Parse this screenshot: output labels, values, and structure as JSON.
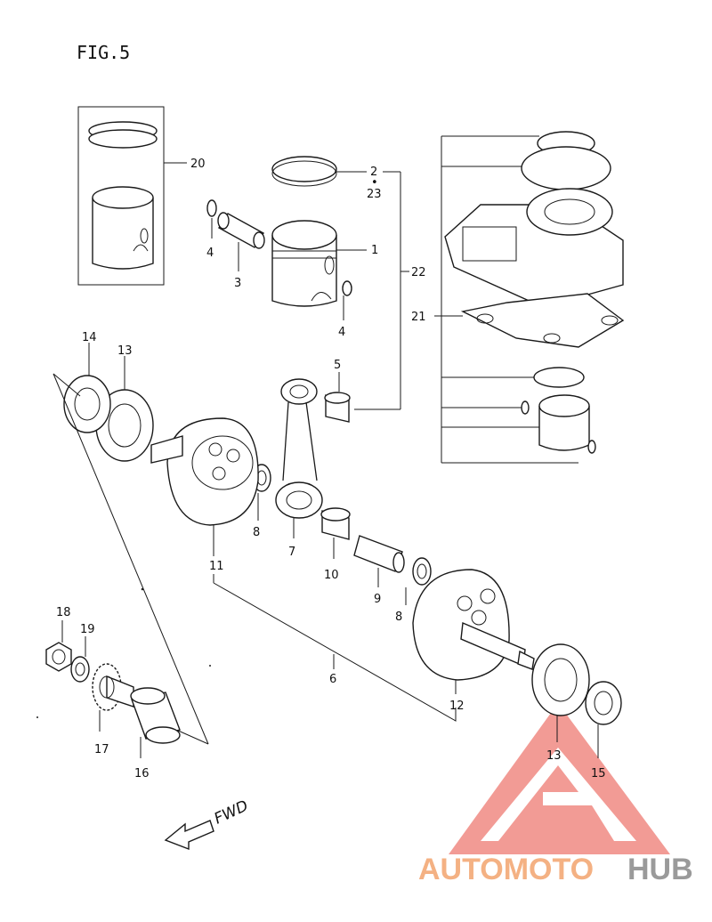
{
  "figure_title": "FIG.5",
  "direction_label": "FWD",
  "labels": {
    "p1": "1",
    "p2": "2",
    "p2_dot": "•",
    "p23": "23",
    "p3": "3",
    "p4a": "4",
    "p4b": "4",
    "p5": "5",
    "p6": "6",
    "p7": "7",
    "p8a": "8",
    "p8b": "8",
    "p9": "9",
    "p10": "10",
    "p11": "11",
    "p12": "12",
    "p13a": "13",
    "p13b": "13",
    "p14": "14",
    "p15": "15",
    "p16": "16",
    "p17": "17",
    "p18": "18",
    "p19": "19",
    "p20": "20",
    "p21": "21",
    "p22": "22"
  },
  "watermark": {
    "part1": "AUTOMOTO",
    "part2": "HUB",
    "accent": "#f08a82",
    "brand_orange": "#f4b183",
    "brand_gray": "#9a9a9a"
  }
}
